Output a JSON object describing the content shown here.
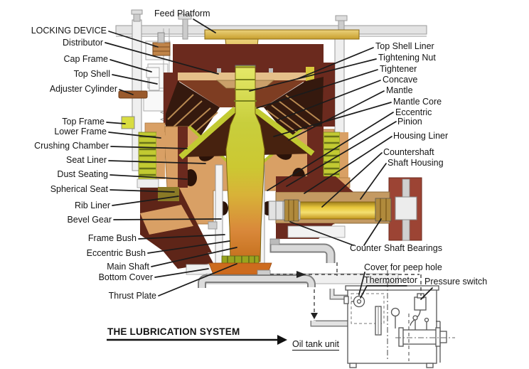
{
  "diagram": {
    "title_implicit": "Cone crusher cutaway with lubrication system",
    "labels": {
      "feed_platform": "Feed Platform",
      "locking_device": "LOCKING DEVICE",
      "distributor": "Distributor",
      "cap_frame": "Cap Frame",
      "top_shell": "Top Shell",
      "adjuster_cylinder": "Adjuster Cylinder",
      "top_frame": "Top Frame",
      "lower_frame": "Lower Frame",
      "crushing_chamber": "Crushing Chamber",
      "seat_liner": "Seat Liner",
      "dust_seating": "Dust Seating",
      "spherical_seat": "Spherical Seat",
      "rib_liner": "Rib Liner",
      "bevel_gear": "Bevel Gear",
      "frame_bush": "Frame Bush",
      "eccentric_bush": "Eccentric Bush",
      "main_shaft": "Main Shaft",
      "bottom_cover": "Bottom Cover",
      "thrust_plate": "Thrust Plate",
      "top_shell_liner": "Top Shell Liner",
      "tightening_nut": "Tightening Nut",
      "tightener": "Tightener",
      "concave": "Concave",
      "mantle": "Mantle",
      "mantle_core": "Mantle Core",
      "eccentric": "Eccentric",
      "pinion": "Pinion",
      "housing_liner": "Housing Liner",
      "countershaft": "Countershaft",
      "shaft_housing": "Shaft Housing",
      "counter_shaft_bearings": "Counter Shaft Bearings",
      "cover_for_peep_hole": "Cover for peep hole",
      "thermometor": "Thermometor",
      "pressure_switch": "Pressure switch",
      "oil_tank_unit": "Oil tank unit"
    },
    "heading": "THE LUBRICATION SYSTEM",
    "colors": {
      "maroon": "#6b2a1e",
      "brick": "#9c4434",
      "dark_cavity": "#2b1309",
      "tan_frame": "#d9a065",
      "tan_band": "#e5c08a",
      "brown_funnel": "#7e3d22",
      "spring_green": "#c2ca32",
      "shaft_green": "#c8ce3c",
      "shaft_orange": "#c96f1a",
      "gold": "#d4a93c",
      "leader_black": "#1b1b1b",
      "lineart_gray": "#8a8a8a"
    }
  }
}
